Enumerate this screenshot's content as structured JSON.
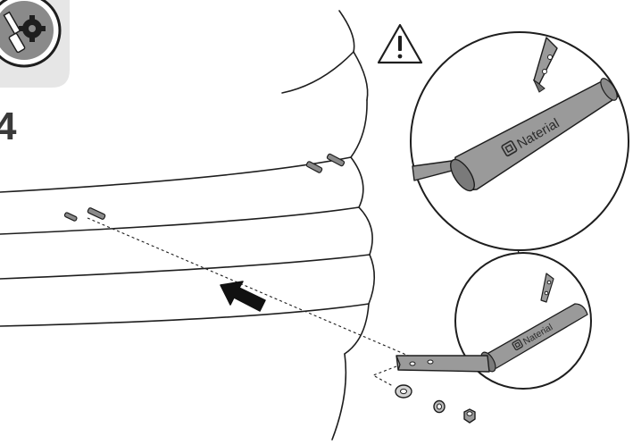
{
  "step": {
    "number": "4",
    "badge_icon": "screwdriver-gear-icon"
  },
  "warning": {
    "icon": "warning-triangle-icon"
  },
  "detail_top": {
    "brand_text": "Naterial",
    "brand_icon": "naterial-logo-icon"
  },
  "detail_bottom": {
    "brand_text": "Naterial",
    "brand_icon": "naterial-logo-icon"
  },
  "hardware": {
    "icons": [
      "stud-bolt-icon",
      "washer-icon",
      "lock-washer-icon",
      "hex-nut-icon"
    ]
  },
  "colors": {
    "line": "#1e1e1e",
    "part_gray": "#9a9a9a",
    "part_dark": "#6f6f6f",
    "badge_bg": "#e6e6e6",
    "arrow": "#111111"
  }
}
